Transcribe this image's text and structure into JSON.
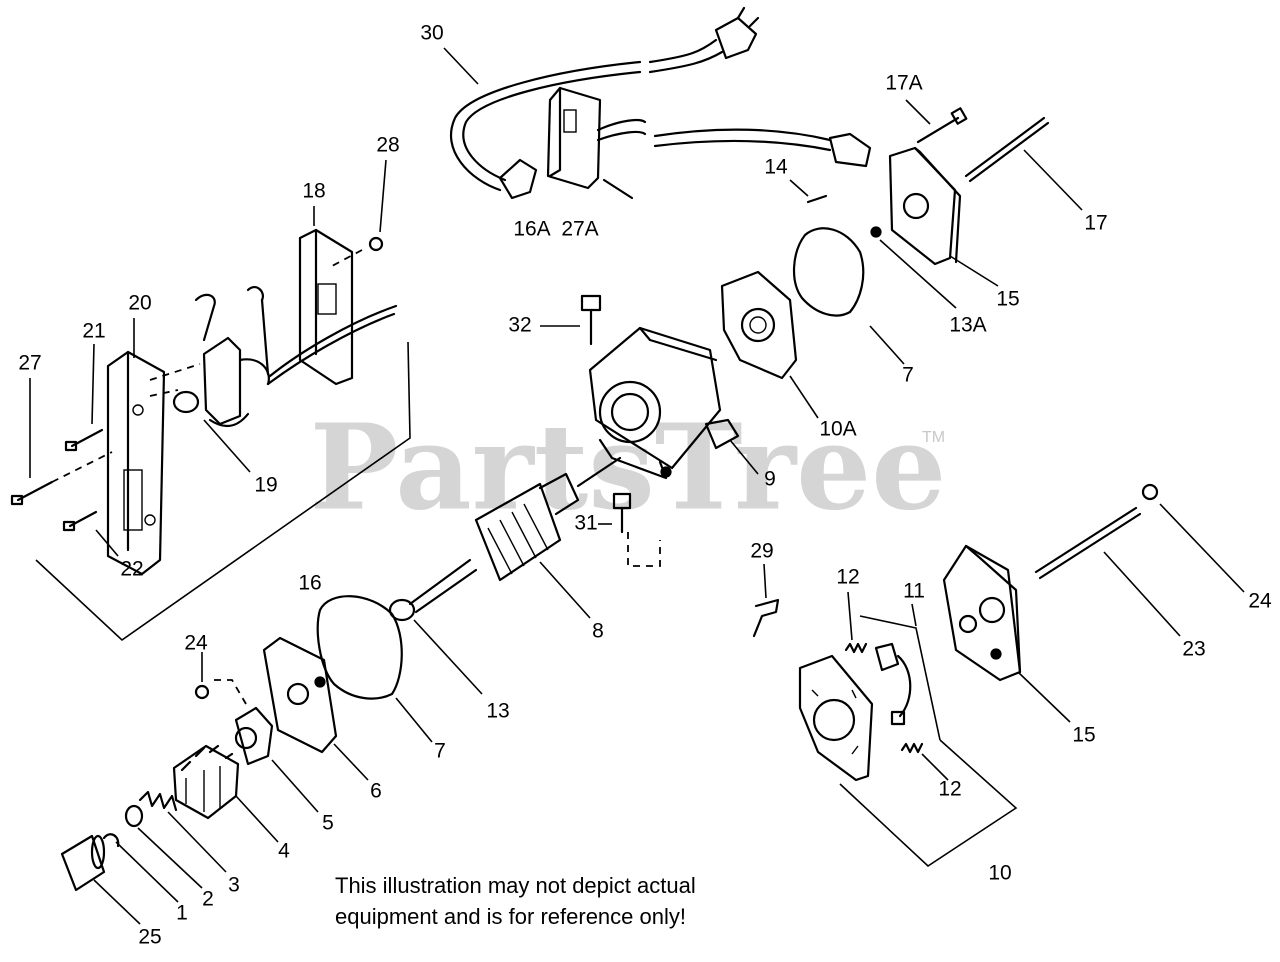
{
  "watermark": {
    "text": "PartsTree",
    "trademark": "TM"
  },
  "disclaimer": {
    "line1": "This illustration may not depict actual",
    "line2": "equipment and is for reference only!"
  },
  "callouts": {
    "c30": "30",
    "c16A": "16A",
    "c27A_top": "27A",
    "c17A": "17A",
    "c14": "14",
    "c17": "17",
    "c15_top": "15",
    "c13A": "13A",
    "c28": "28",
    "c18": "18",
    "c20": "20",
    "c21": "21",
    "c27": "27",
    "c19": "19",
    "c22": "22",
    "c16": "16",
    "c32": "32",
    "c7_top": "7",
    "c10A": "10A",
    "c9": "9",
    "c31": "31",
    "c8": "8",
    "c29": "29",
    "c12_top": "12",
    "c11": "11",
    "c24_right": "24",
    "c23": "23",
    "c15_bottom": "15",
    "c12_bottom": "12",
    "c10": "10",
    "c24_left": "24",
    "c13": "13",
    "c7_bottom": "7",
    "c6": "6",
    "c5": "5",
    "c4": "4",
    "c3": "3",
    "c2": "2",
    "c1": "1",
    "c25": "25"
  }
}
